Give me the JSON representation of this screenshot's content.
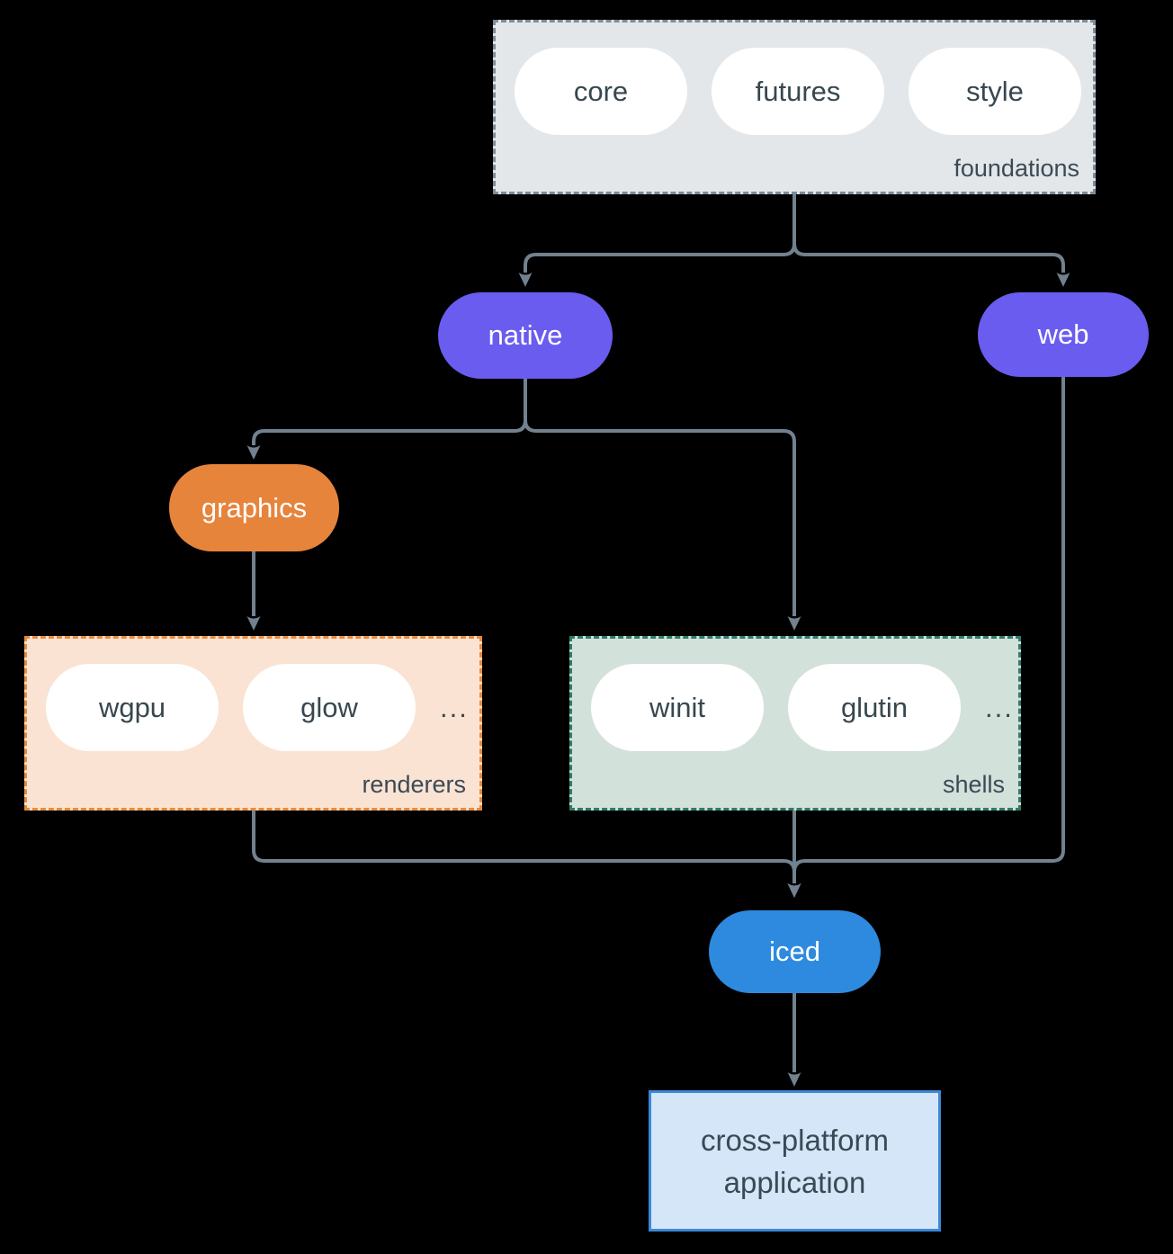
{
  "colors": {
    "background": "#000000",
    "connector": "#72818F",
    "pill_text_dark": "#37474E",
    "pill_text_light": "#FFFFFF",
    "foundations_fill": "#E3E7EA",
    "foundations_border": "#7E8C99",
    "renderers_fill": "#FAE3D3",
    "renderers_border": "#EC8A38",
    "shells_fill": "#D3E1DB",
    "shells_border": "#2F7B6B",
    "native_fill": "#695CEF",
    "web_fill": "#695CEF",
    "graphics_fill": "#E6843C",
    "iced_fill": "#2E8ADE",
    "app_fill": "#D4E6F8",
    "app_border": "#3C88D8"
  },
  "foundations": {
    "label": "foundations",
    "pills": [
      "core",
      "futures",
      "style"
    ]
  },
  "native": {
    "label": "native"
  },
  "web": {
    "label": "web"
  },
  "graphics": {
    "label": "graphics"
  },
  "renderers": {
    "label": "renderers",
    "pills": [
      "wgpu",
      "glow"
    ],
    "ellipsis": "..."
  },
  "shells": {
    "label": "shells",
    "pills": [
      "winit",
      "glutin"
    ],
    "ellipsis": "..."
  },
  "iced": {
    "label": "iced"
  },
  "app": {
    "label": "cross-platform application"
  }
}
